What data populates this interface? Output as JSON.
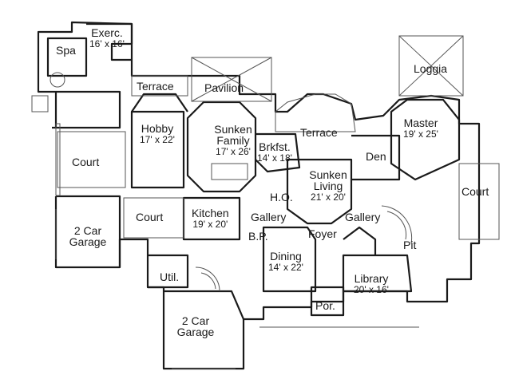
{
  "rooms": {
    "spa": {
      "name": "Spa"
    },
    "exercise": {
      "name": "Exerc.",
      "dims": "16' x 16'"
    },
    "terrace_left": {
      "name": "Terrace"
    },
    "pavilion": {
      "name": "Pavilion"
    },
    "loggia": {
      "name": "Loggia"
    },
    "hobby": {
      "name": "Hobby",
      "dims": "17' x 22'"
    },
    "sunken_family": {
      "name": "Sunken Family",
      "dims": "17' x 26'"
    },
    "terrace_center": {
      "name": "Terrace"
    },
    "master": {
      "name": "Master",
      "dims": "19' x 25'"
    },
    "breakfast": {
      "name": "Brkfst.",
      "dims": "14' x 18'"
    },
    "den": {
      "name": "Den"
    },
    "court_upper_left": {
      "name": "Court"
    },
    "sunken_living": {
      "name": "Sunken Living",
      "dims": "21' x 20'"
    },
    "court_right": {
      "name": "Court"
    },
    "home_office": {
      "name": "H.O."
    },
    "garage_left": {
      "name": "2 Car Garage"
    },
    "court_middle": {
      "name": "Court"
    },
    "kitchen": {
      "name": "Kitchen",
      "dims": "19' x 20'"
    },
    "gallery_left": {
      "name": "Gallery"
    },
    "gallery_right": {
      "name": "Gallery"
    },
    "foyer": {
      "name": "Foyer"
    },
    "butler_pantry": {
      "name": "B.P."
    },
    "pit": {
      "name": "Pit"
    },
    "dining": {
      "name": "Dining",
      "dims": "14' x 22'"
    },
    "utility": {
      "name": "Util."
    },
    "library": {
      "name": "Library",
      "dims": "20' x 16'"
    },
    "porch": {
      "name": "Por."
    },
    "garage_bottom": {
      "name": "2 Car Garage"
    }
  },
  "colors": {
    "wall": "#1a1a1a",
    "line": "#555555",
    "background": "#ffffff"
  }
}
